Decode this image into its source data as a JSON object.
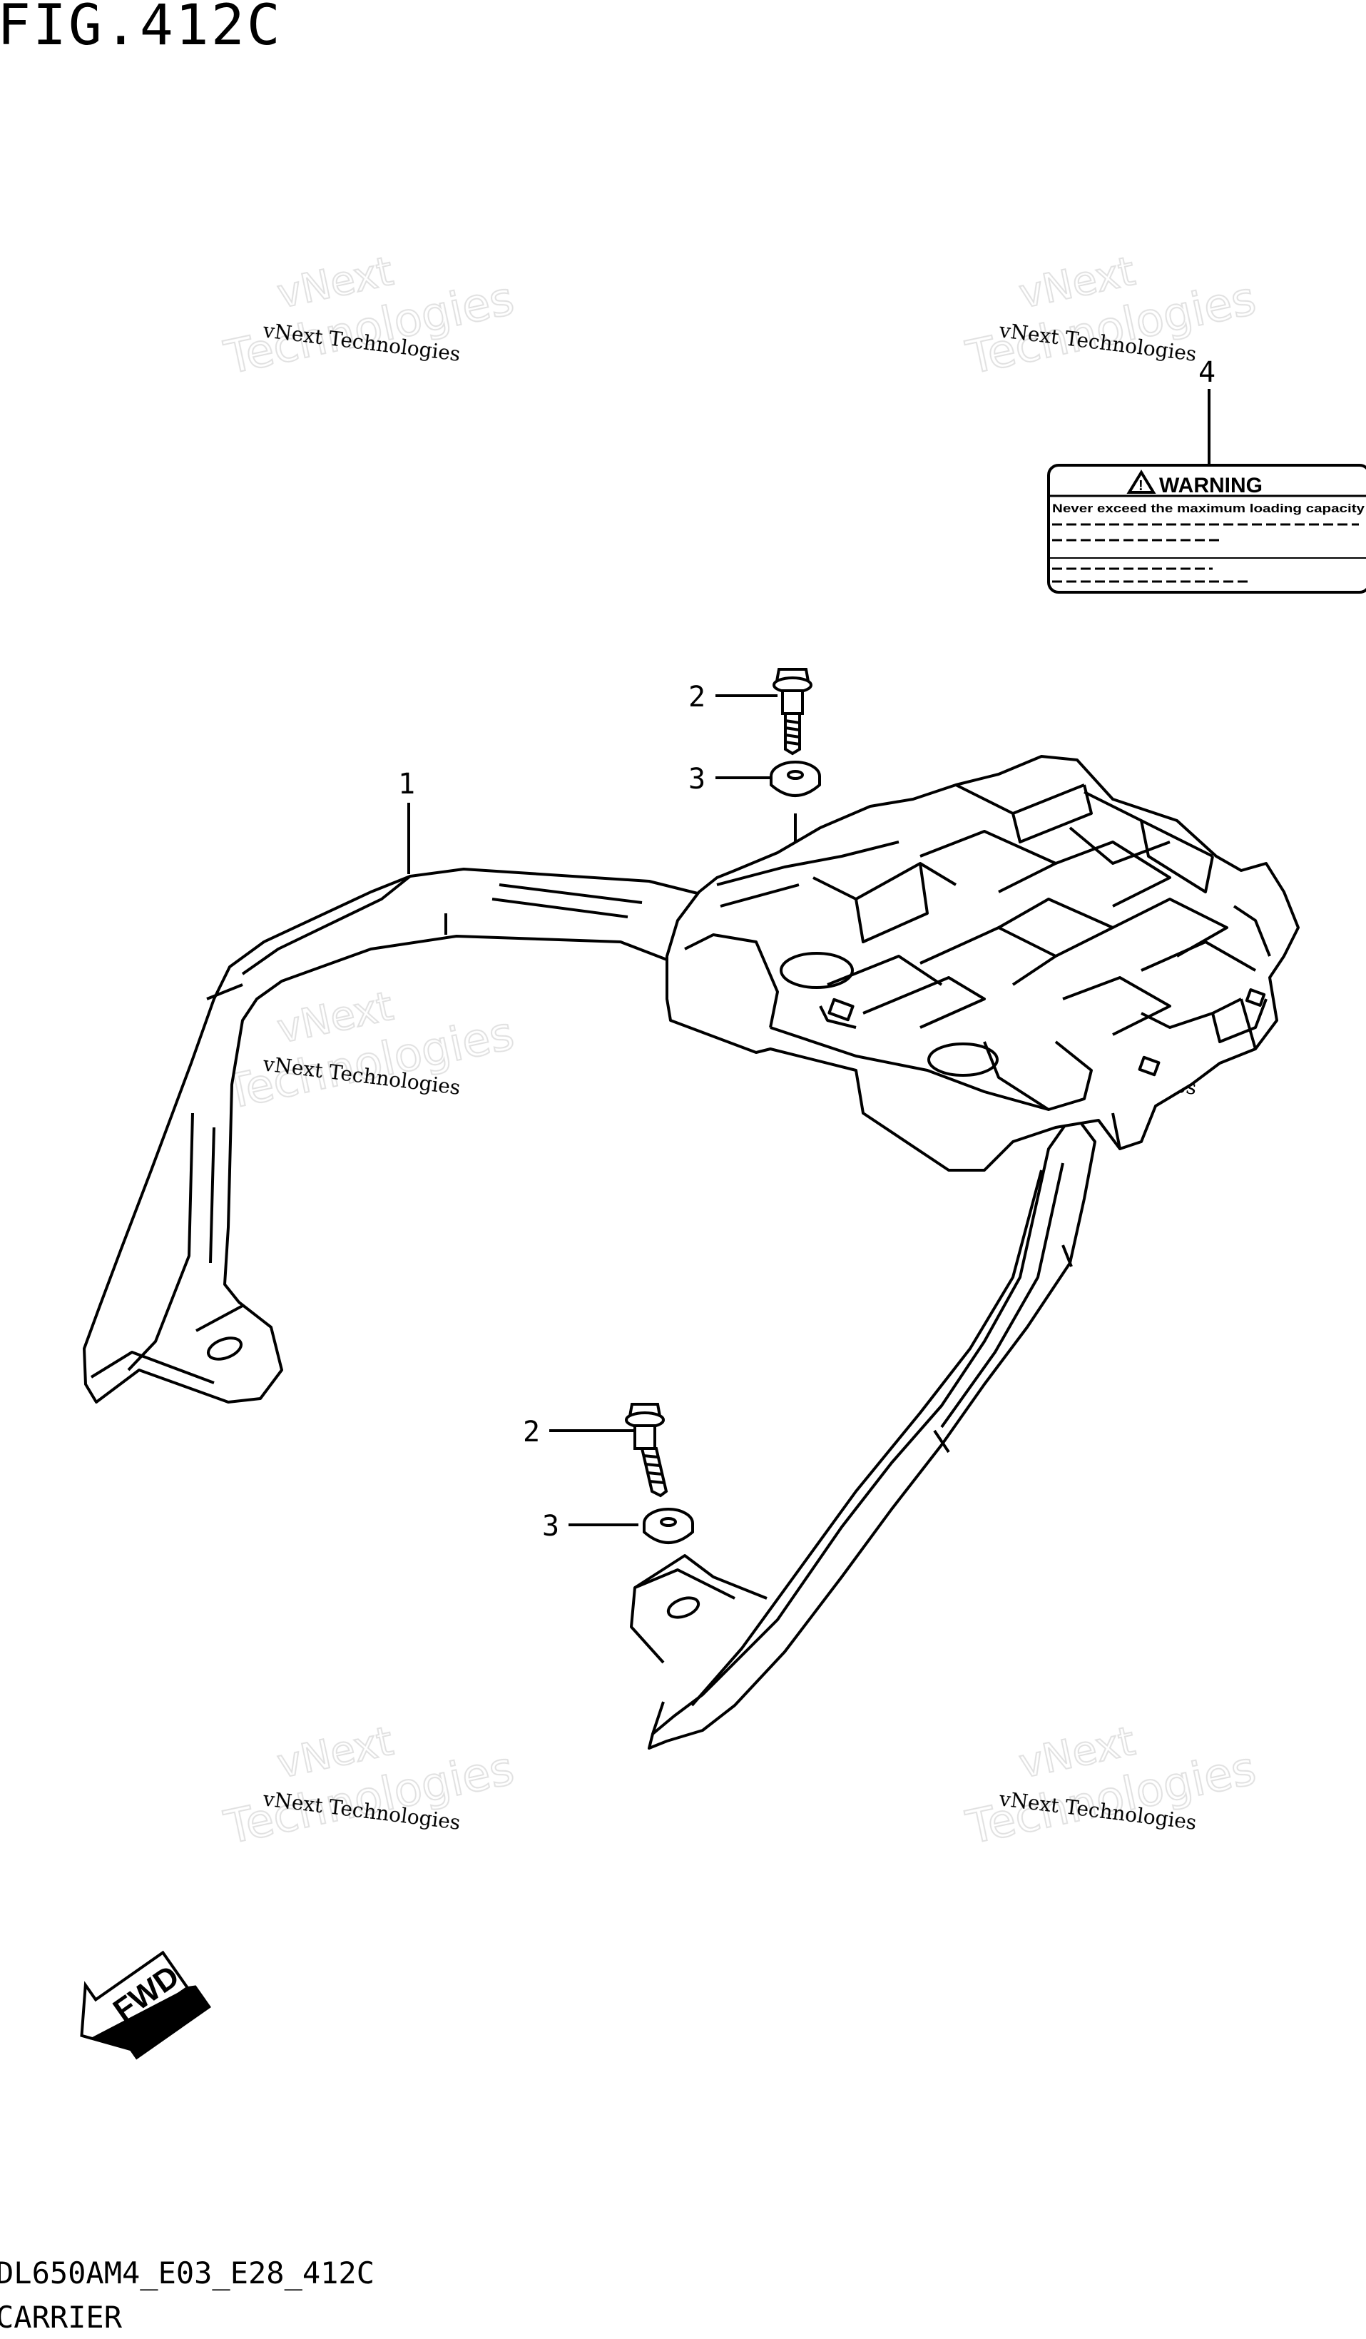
{
  "figure": {
    "title": "FIG.412C",
    "code": "DL650AM4_E03_E28_412C",
    "name": "CARRIER"
  },
  "callouts": [
    "1",
    "2",
    "3",
    "2",
    "3",
    "4"
  ],
  "warning_label": {
    "heading": "WARNING",
    "text": "Never exceed the maximum loading capacity"
  },
  "fwd_arrow": {
    "label": "FWD"
  },
  "watermark": {
    "line1": "vNext Technologies",
    "line2": "vNext",
    "line3": "Technologies"
  }
}
